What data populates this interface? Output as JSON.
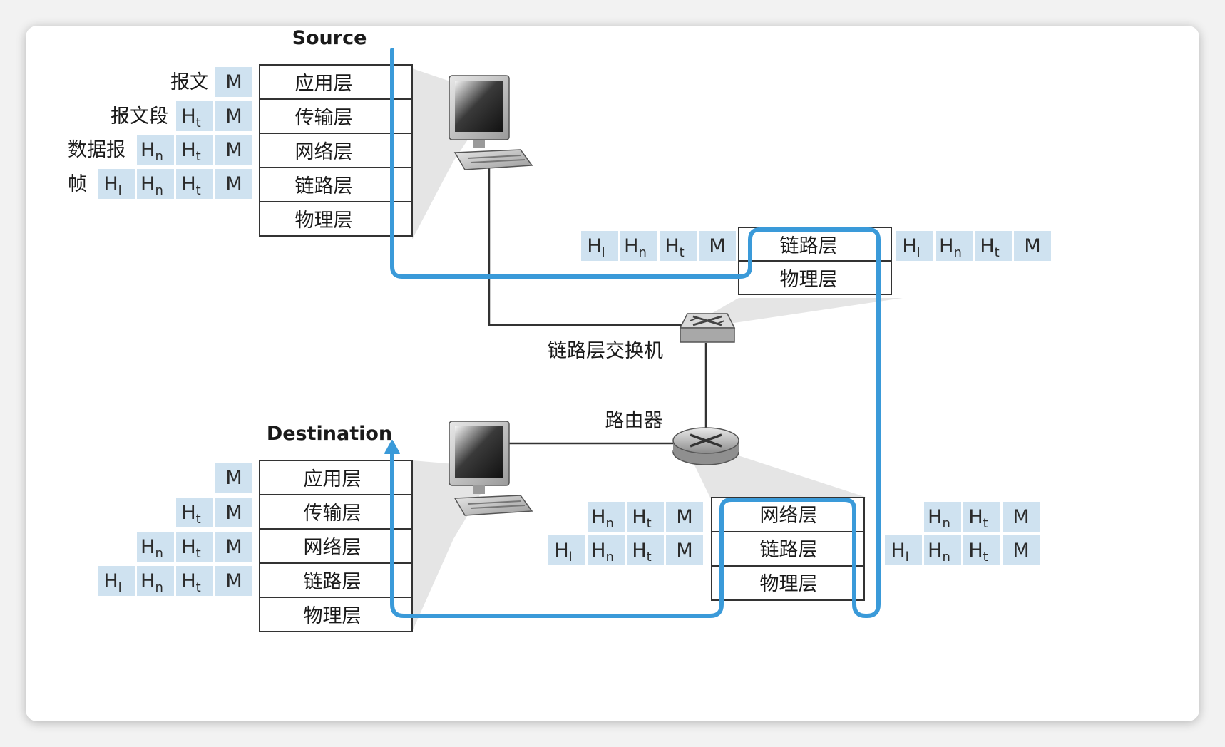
{
  "source_label": "Source",
  "destination_label": "Destination",
  "switch_label": "链路层交换机",
  "router_label": "路由器",
  "layers": {
    "application": "应用层",
    "transport": "传输层",
    "network": "网络层",
    "link": "链路层",
    "physical": "物理层"
  },
  "pdu_names": {
    "message": "报文",
    "segment": "报文段",
    "datagram": "数据报",
    "frame": "帧"
  },
  "headers": {
    "message": "M",
    "transport": "H",
    "transport_sub": "t",
    "network": "H",
    "network_sub": "n",
    "link": "H",
    "link_sub": "l"
  },
  "colors": {
    "path": "#3a9ad9",
    "header_fill": "#cfe2f0",
    "box_border": "#333333"
  }
}
